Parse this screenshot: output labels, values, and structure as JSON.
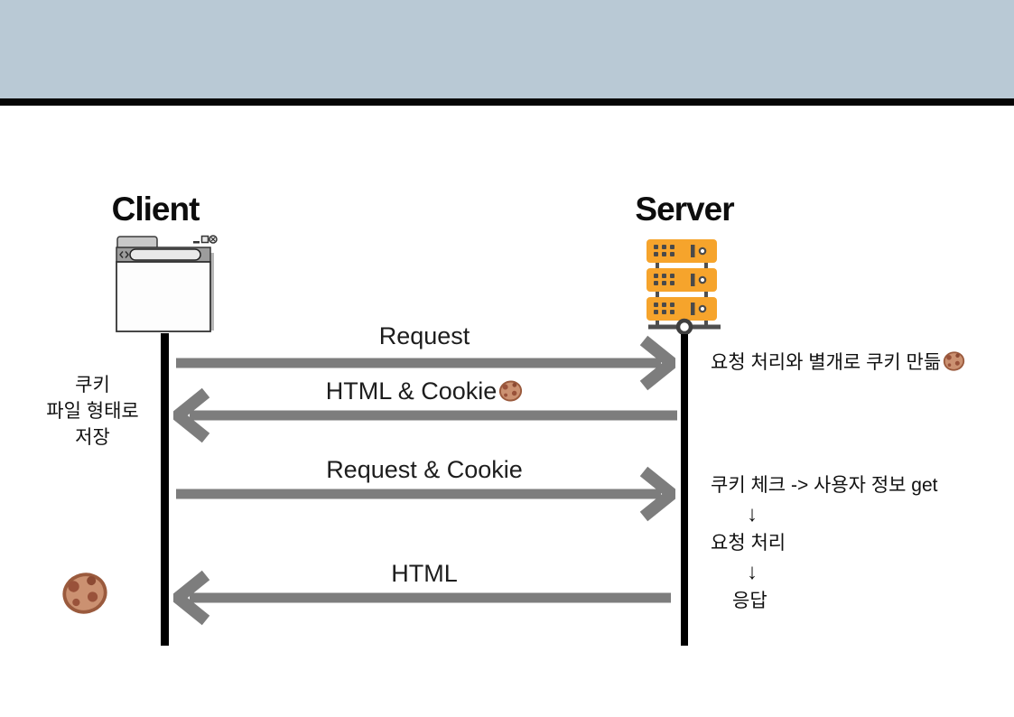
{
  "page": {
    "band_color": "#b9c9d5",
    "divider_color": "#060606",
    "arrow_color": "#7d7d7d",
    "server_color": "#f6a42c",
    "cookie_body_color": "#cb9171",
    "cookie_chip_color": "#99523a"
  },
  "client": {
    "title": "Client",
    "note_lines": [
      "쿠키",
      "파일 형태로",
      "저장"
    ]
  },
  "server": {
    "title": "Server",
    "note_cookie_create": "요청 처리와 별개로 쿠키 만듦",
    "process_lines": [
      "쿠키 체크 -> 사용자 정보 get",
      "↓",
      "요청 처리",
      "↓",
      "응답"
    ]
  },
  "messages": [
    {
      "label": "Request",
      "direction": "client-to-server"
    },
    {
      "label": "HTML & Cookie",
      "direction": "server-to-client",
      "has_cookie_icon": true
    },
    {
      "label": "Request & Cookie",
      "direction": "client-to-server"
    },
    {
      "label": "HTML",
      "direction": "server-to-client"
    }
  ]
}
